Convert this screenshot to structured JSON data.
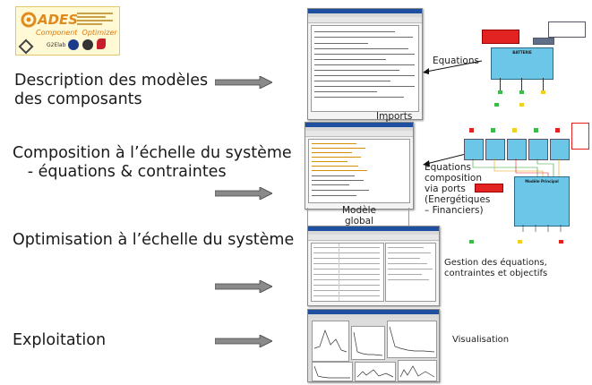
{
  "logo": {
    "name": "ADES",
    "subtitle": "Component  Optimizer",
    "partners": "G2Elab"
  },
  "steps": [
    {
      "label": "Description des modèles\ndes composants"
    },
    {
      "label": "Composition à l’échelle du système\n   - équations & contraintes"
    },
    {
      "label": "Optimisation à l’échelle du système"
    },
    {
      "label": "Exploitation"
    }
  ],
  "notes": {
    "equations": "Equations",
    "imports": "Imports",
    "composition": "Equations\ncomposition\nvia ports\n(Energétiques\n– Financiers)",
    "modele_global": "Modèle\nglobal",
    "gestion": "Gestion des équations,\ncontraintes et objectifs",
    "visualisation": "Visualisation"
  },
  "diagram": {
    "batterie": "BATTERIE",
    "modele_principal": "Modèle Principal"
  }
}
